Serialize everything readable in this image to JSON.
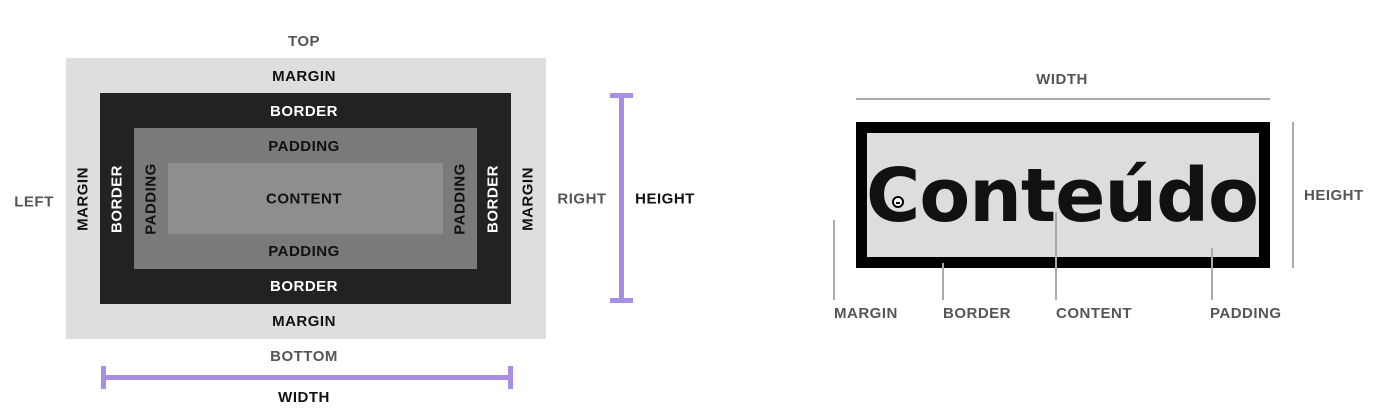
{
  "box_model": {
    "top": "TOP",
    "bottom": "BOTTOM",
    "left": "LEFT",
    "right": "RIGHT",
    "margin": "MARGIN",
    "border": "BORDER",
    "padding": "PADDING",
    "content": "CONTENT",
    "height": "HEIGHT",
    "width": "WIDTH"
  },
  "example": {
    "width": "WIDTH",
    "height": "HEIGHT",
    "word": "Conteúdo",
    "margin": "MARGIN",
    "border": "BORDER",
    "content": "CONTENT",
    "padding": "PADDING"
  },
  "colors": {
    "margin_fill": "#dedede",
    "border_fill": "#222222",
    "padding_fill": "#7a7a7a",
    "content_fill": "#8e8e8e",
    "accent": "#a98ee6"
  }
}
